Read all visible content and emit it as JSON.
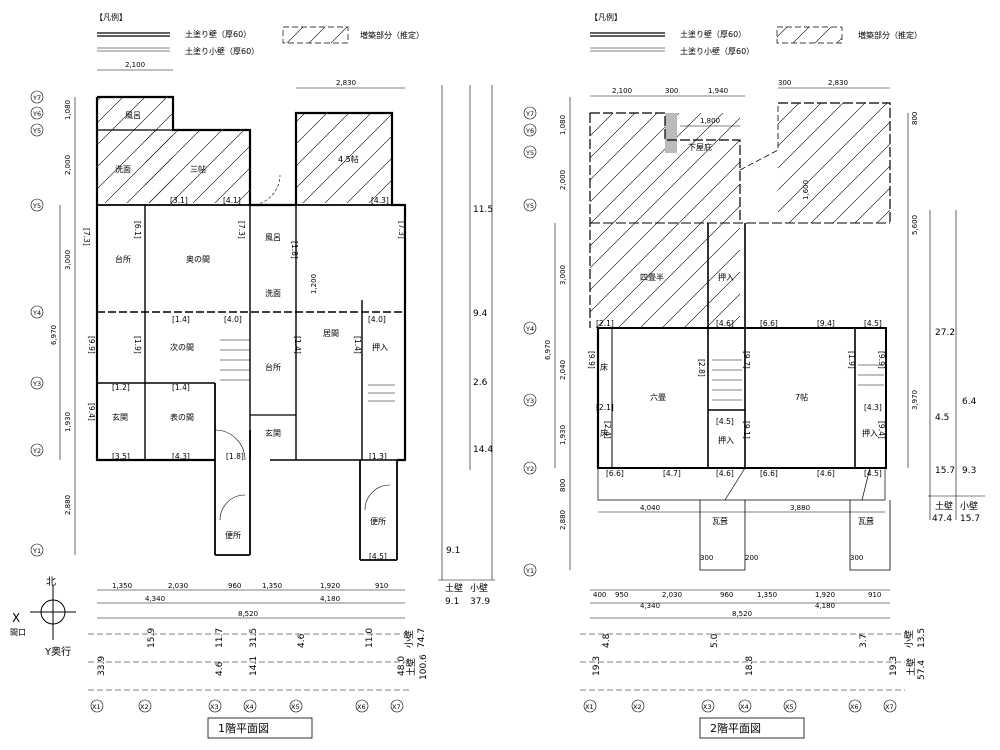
{
  "legend": {
    "title": "【凡例】",
    "wall": "土塗り壁（厚60）",
    "small_wall": "土塗り小壁（厚60）",
    "addition": "増築部分（推定）"
  },
  "floor1": {
    "title": "1階平面図",
    "top_dims": [
      "2,100",
      "2,830"
    ],
    "left_dims": [
      "1,080",
      "2,000",
      "3,000",
      "6,970",
      "1,930",
      "2,880"
    ],
    "rooms": [
      "風呂",
      "洗面",
      "三帖",
      "4.5帖",
      "台所",
      "奥の間",
      "風呂",
      "洗面",
      "居間",
      "次の間",
      "台所",
      "押入",
      "玄関",
      "表の間",
      "玄関",
      "便所",
      "便所"
    ],
    "wall_marks": [
      "[3.1]",
      "[4.1]",
      "[4.3]",
      "[7.3]",
      "[6.1]",
      "[7.3]",
      "[1.8]",
      "[7.3]",
      "[1.4]",
      "[4.0]",
      "[4.0]",
      "[9.9]",
      "[1.9]",
      "[1.4]",
      "[1.4]",
      "[1.2]",
      "[1.4]",
      "[9.4]",
      "[3.5]",
      "[4.3]",
      "[1.8]",
      "[1.3]",
      "[4.5]"
    ],
    "inner_dims": [
      "1,200"
    ],
    "right_values": [
      "11.5",
      "9.4",
      "2.6",
      "14.4",
      "9.1"
    ],
    "summary": {
      "wall_label": "土壁",
      "small_label": "小壁",
      "wall_value": "9.1",
      "small_value": "37.9"
    },
    "bottom_dims": [
      "1,350",
      "2,030",
      "960",
      "1,350",
      "1,920",
      "910"
    ],
    "bottom_subtotals": [
      "4,340",
      "4,180"
    ],
    "bottom_total": "8,520",
    "x_small_values": [
      "15.9",
      "11.7",
      "31.5",
      "4.6",
      "11.0"
    ],
    "x_small_total": "74.7",
    "x_wall_values": [
      "33.9",
      "4.6",
      "14.1",
      "48.0"
    ],
    "x_wall_total": "100.6",
    "x_small_label": "小壁",
    "x_wall_label": "土壁"
  },
  "floor2": {
    "title": "2階平面図",
    "top_dims": [
      "2,100",
      "300",
      "1,940",
      "300",
      "2,830",
      "1,800"
    ],
    "left_dims": [
      "1,080",
      "2,000",
      "3,000",
      "6,970",
      "2,040",
      "1,930",
      "800",
      "2,880"
    ],
    "right_dims": [
      "800",
      "5,600",
      "3,970",
      "1,600"
    ],
    "rooms": [
      "下屋庇",
      "四畳半",
      "押入",
      "六畳",
      "7帖",
      "床",
      "床",
      "押入",
      "押入",
      "瓦葺",
      "瓦葺"
    ],
    "wall_marks": [
      "[2.1]",
      "[4.6]",
      "[6.6]",
      "[9.4]",
      "[4.5]",
      "[9.9]",
      "[2.8]",
      "[9.7]",
      "[1.9]",
      "[9.9]",
      "[2.1]",
      "[2.4]",
      "[4.5]",
      "[9.1]",
      "[4.3]",
      "[9.4]",
      "[6.6]",
      "[4.7]",
      "[4.6]",
      "[6.6]",
      "[4.6]",
      "[4.5]"
    ],
    "right_values": [
      "27.2",
      "4.5",
      "6.4",
      "15.7",
      "9.3"
    ],
    "summary": {
      "wall_label": "土壁",
      "small_label": "小壁",
      "wall_value": "47.4",
      "small_value": "15.7"
    },
    "mid_dims": [
      "4,040",
      "3,880",
      "300",
      "200",
      "300"
    ],
    "bottom_dims": [
      "400",
      "950",
      "2,030",
      "960",
      "1,350",
      "1,920",
      "910"
    ],
    "bottom_subtotals": [
      "4,340",
      "4,180"
    ],
    "bottom_total": "8,520",
    "x_small_values": [
      "4.8",
      "5.0",
      "3.7"
    ],
    "x_small_total": "13.5",
    "x_wall_values": [
      "19.3",
      "18.8",
      "19.3"
    ],
    "x_wall_total": "57.4",
    "x_small_label": "小壁",
    "x_wall_label": "土壁"
  },
  "axes_y": [
    "Y7",
    "Y6",
    "Y5",
    "Y4",
    "Y3",
    "Y2",
    "Y1"
  ],
  "axes_x": [
    "X1",
    "X2",
    "X3",
    "X4",
    "X5",
    "X6",
    "X7"
  ],
  "compass": {
    "north": "北",
    "x_label": "X",
    "x_sub": "間口",
    "y_label": "Y奥行"
  }
}
